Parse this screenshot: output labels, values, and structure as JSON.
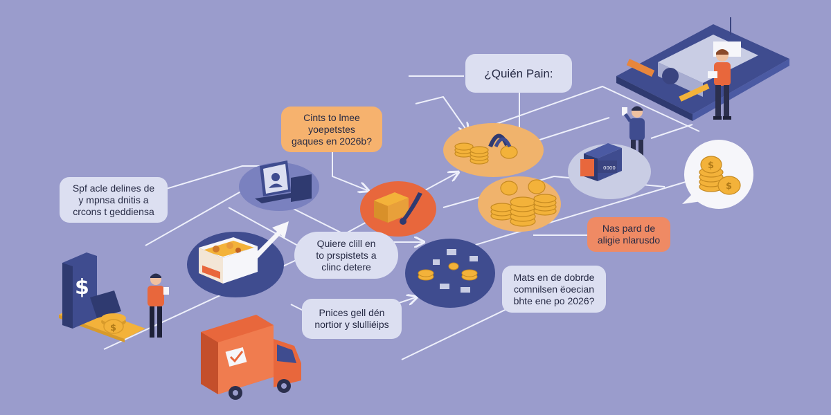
{
  "bubbles": {
    "quien_pain": {
      "lines": [
        "¿Quién Pain:"
      ]
    },
    "cints": {
      "lines": [
        "Cints to lmee",
        "yoepetstes",
        "gaques en 2026b?"
      ]
    },
    "spf": {
      "lines": [
        "Spf acle delines de",
        "y mpnsa dnitis a",
        "crcons t geddiensa"
      ]
    },
    "quiere": {
      "lines": [
        "Quiere clill en",
        "to prspistets a",
        "clinc detere"
      ]
    },
    "pnices": {
      "lines": [
        "Pnices gell dén",
        "nortior y slulliéips"
      ]
    },
    "nas_pard": {
      "lines": [
        "Nas pard de",
        "aligie nlarusdo"
      ]
    },
    "mats": {
      "lines": [
        "Mats en de dobrde",
        "comnilsen ëoecian",
        "bhte ene po 2026?"
      ]
    }
  },
  "icons": [
    "monitor-icon",
    "dollar-terminal-icon",
    "delivery-truck-icon",
    "gold-coins-icon",
    "coin-stack-icon",
    "person-icon",
    "printer-machine-icon",
    "credit-card-icon",
    "open-box-icon",
    "up-arrow-icon"
  ],
  "colors": {
    "background": "#9a9ccc",
    "navy": "#3f4c8f",
    "orange": "#e8673c",
    "gold": "#f3b23a",
    "light_bubble": "#dcdff1"
  }
}
